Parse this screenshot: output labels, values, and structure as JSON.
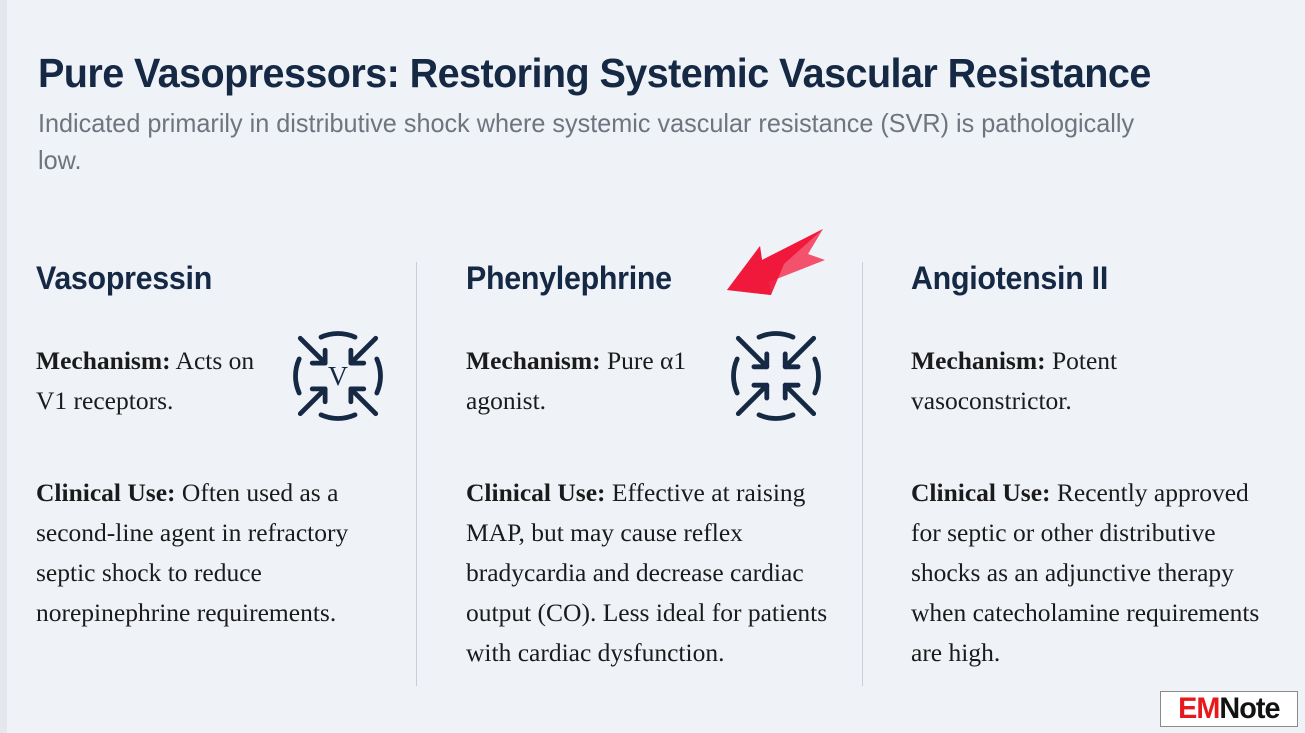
{
  "slide": {
    "title": "Pure Vasopressors: Restoring Systemic Vascular Resistance",
    "subtitle": "Indicated primarily in distributive shock where systemic vascular resistance (SVR) is pathologically low.",
    "background_color": "#eff2f7",
    "title_color": "#152844",
    "subtitle_color": "#6e757f",
    "divider_color": "#c9cfd8"
  },
  "labels": {
    "mechanism": "Mechanism:",
    "clinical_use": "Clinical Use:"
  },
  "columns": [
    {
      "drug": "Vasopressin",
      "mechanism_label": "Mechanism:",
      "mechanism_text": " Acts on V1 receptors.",
      "clinical_label": "Clinical Use:",
      "clinical_text": " Often used as a second-line agent in refractory septic shock to reduce norepinephrine requirements.",
      "icon": "vasoconstriction-icon",
      "icon_letter": "V"
    },
    {
      "drug": "Phenylephrine",
      "mechanism_label": "Mechanism:",
      "mechanism_text": " Pure α1 agonist.",
      "clinical_label": "Clinical Use:",
      "clinical_text": " Effective at raising MAP, but may cause reflex bradycardia and decrease cardiac output (CO). Less ideal for patients with cardiac dysfunction.",
      "icon": "vasoconstriction-icon",
      "icon_letter": ""
    },
    {
      "drug": "Angiotensin II",
      "mechanism_label": "Mechanism:",
      "mechanism_text": " Potent vasoconstrictor.",
      "clinical_label": "Clinical Use:",
      "clinical_text": " Recently approved for septic or other distributive shocks as an adjunctive therapy when catecholamine requirements are high.",
      "icon": "",
      "icon_letter": ""
    }
  ],
  "annotation": {
    "name": "red-pointer-arrow",
    "points_to": "Phenylephrine",
    "color_light": "#f4516c",
    "color_dark": "#ef1437"
  },
  "logo": {
    "em": "EM",
    "note": "Note",
    "em_color": "#e8191b",
    "note_color": "#121212"
  }
}
